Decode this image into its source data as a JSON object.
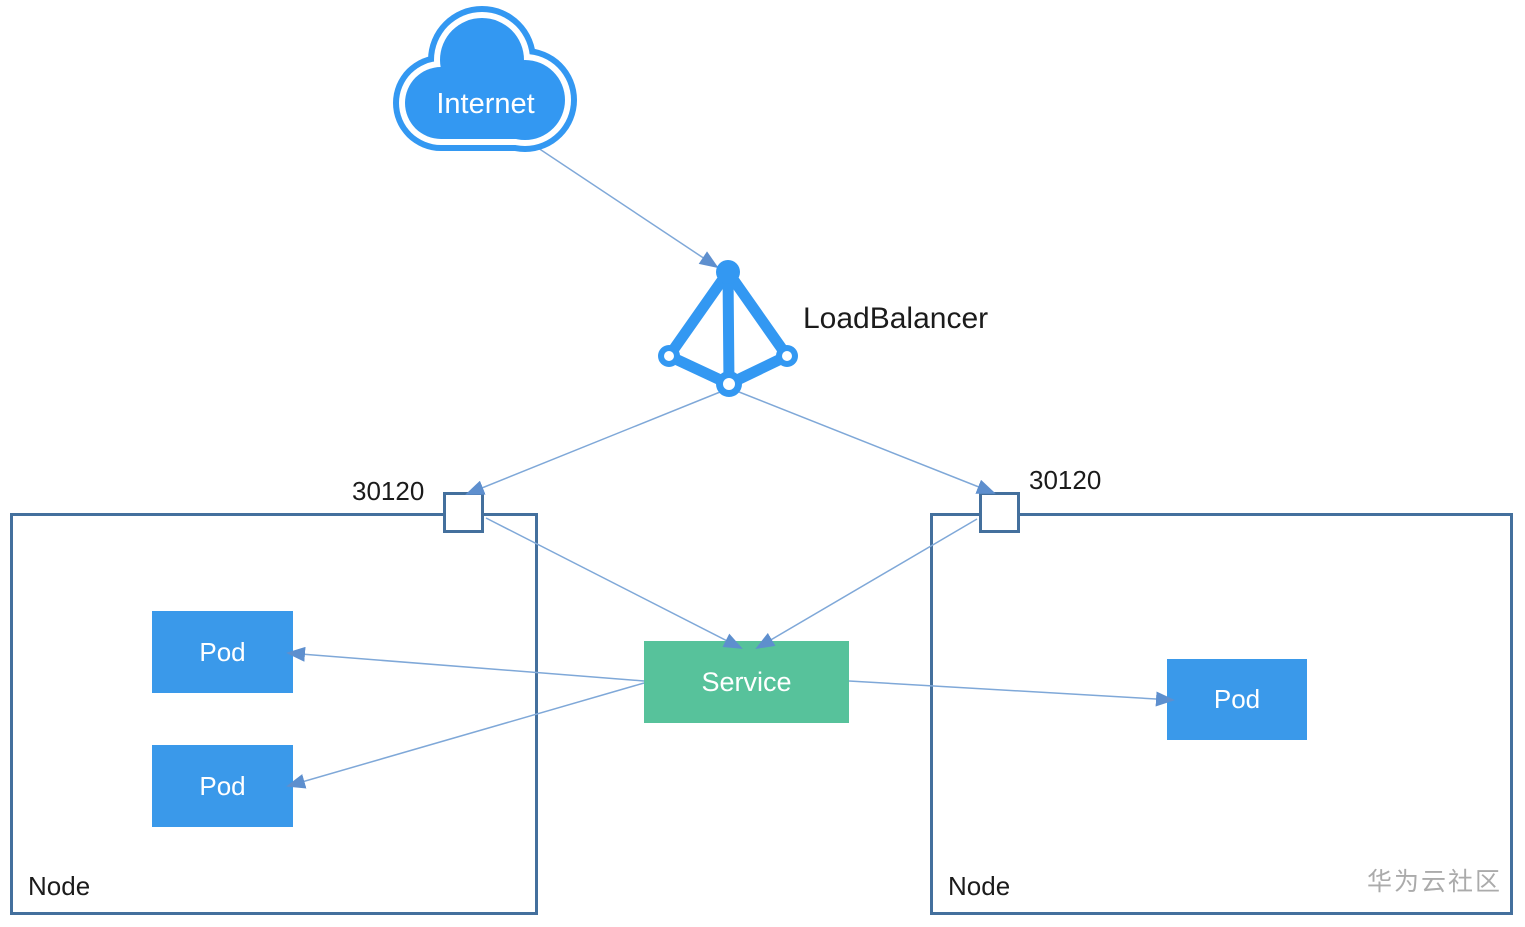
{
  "diagram": {
    "internet": {
      "label": "Internet"
    },
    "load_balancer": {
      "label": "LoadBalancer"
    },
    "service": {
      "label": "Service"
    },
    "nodes": [
      {
        "label": "Node",
        "port": "30120",
        "pods": [
          {
            "label": "Pod"
          },
          {
            "label": "Pod"
          }
        ]
      },
      {
        "label": "Node",
        "port": "30120",
        "pods": [
          {
            "label": "Pod"
          }
        ]
      }
    ],
    "watermark": "华为云社区"
  },
  "icons": {
    "internet": "cloud-icon",
    "load_balancer": "loadbalancer-network-icon",
    "nodeport": "port-square",
    "links": "arrow-connector"
  },
  "colors": {
    "brand_blue": "#3398F2",
    "pod_blue": "#3A99EA",
    "service_green": "#57C29B",
    "node_border": "#44709D",
    "connector_line": "#7FA8D8",
    "arrowhead": "#5E8FCE",
    "text_dark": "#1B1B1B",
    "watermark_gray": "#ABABAB",
    "background": "#FFFFFF"
  }
}
